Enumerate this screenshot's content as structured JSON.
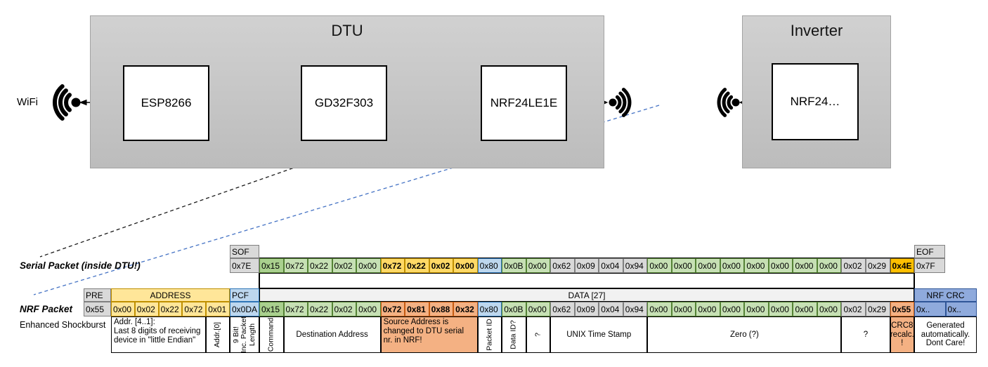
{
  "palette": {
    "gray": {
      "bg": "#D9D9D9",
      "bd": "#808080"
    },
    "light": {
      "bg": "#F1F1F1",
      "bd": "#3F3F3F"
    },
    "green": {
      "bg": "#C6E0B4",
      "bd": "#548235"
    },
    "greendark": {
      "bg": "#A9D08E",
      "bd": "#548235"
    },
    "yellow": {
      "bg": "#FFE699",
      "bd": "#BF8F00"
    },
    "gold": {
      "bg": "#FFD966",
      "bd": "#BF8F00"
    },
    "amber": {
      "bg": "#FFC000",
      "bd": "#806000"
    },
    "salmon": {
      "bg": "#F4B183",
      "bd": "#C55A11"
    },
    "blue": {
      "bg": "#BDD7EE",
      "bd": "#2E75B6"
    },
    "bluedark": {
      "bg": "#8FAADC",
      "bd": "#2F5597"
    },
    "white": {
      "bg": "#FFFFFF",
      "bd": "#000000"
    },
    "none": {
      "bg": "",
      "bd": ""
    }
  },
  "diagram": {
    "wifi_label": "WiFi",
    "dtu": {
      "title": "DTU",
      "chips": [
        "ESP8266",
        "GD32F303",
        "NRF24LE1E"
      ]
    },
    "inverter": {
      "title": "Inverter",
      "chip": "NRF24…"
    },
    "arrows": {
      "uart_tx_color": "#ED7D31",
      "uart_rx_color": "#70AD47",
      "dashed_blue": "#4472C4",
      "dashed_black": "#1A1A1A"
    }
  },
  "serial": {
    "label": "Serial Packet (inside DTU!)",
    "sof_header": "SOF",
    "sof_value": "0x7E",
    "eof_header": "EOF",
    "eof_value": "0x7F",
    "bytes": [
      {
        "v": "0x15",
        "c": "greendark"
      },
      {
        "v": "0x72",
        "c": "green"
      },
      {
        "v": "0x22",
        "c": "green"
      },
      {
        "v": "0x02",
        "c": "green"
      },
      {
        "v": "0x00",
        "c": "green"
      },
      {
        "v": "0x72",
        "c": "gold",
        "b": true
      },
      {
        "v": "0x22",
        "c": "gold",
        "b": true
      },
      {
        "v": "0x02",
        "c": "gold",
        "b": true
      },
      {
        "v": "0x00",
        "c": "gold",
        "b": true
      },
      {
        "v": "0x80",
        "c": "blue"
      },
      {
        "v": "0x0B",
        "c": "green"
      },
      {
        "v": "0x00",
        "c": "green"
      },
      {
        "v": "0x62",
        "c": "gray"
      },
      {
        "v": "0x09",
        "c": "gray"
      },
      {
        "v": "0x04",
        "c": "gray"
      },
      {
        "v": "0x94",
        "c": "gray"
      },
      {
        "v": "0x00",
        "c": "green"
      },
      {
        "v": "0x00",
        "c": "green"
      },
      {
        "v": "0x00",
        "c": "green"
      },
      {
        "v": "0x00",
        "c": "green"
      },
      {
        "v": "0x00",
        "c": "green"
      },
      {
        "v": "0x00",
        "c": "green"
      },
      {
        "v": "0x00",
        "c": "green"
      },
      {
        "v": "0x00",
        "c": "green"
      },
      {
        "v": "0x02",
        "c": "gray"
      },
      {
        "v": "0x29",
        "c": "gray"
      },
      {
        "v": "0x4E",
        "c": "amber",
        "b": true
      }
    ]
  },
  "nrf": {
    "label": "NRF Packet",
    "sublabel": "Enhanced Shockburst",
    "headers": [
      {
        "t": "PRE",
        "c": "gray",
        "span": 1,
        "left": true
      },
      {
        "t": "ADDRESS",
        "c": "yellow",
        "span": 5
      },
      {
        "t": "PCF",
        "c": "blue",
        "span": 1,
        "left": true
      },
      {
        "t": "DATA [27]",
        "c": "light",
        "span": 27
      },
      {
        "t": "NRF CRC",
        "c": "bluedark",
        "span": 2
      }
    ],
    "bytes": [
      {
        "v": "0x55",
        "c": "gray"
      },
      {
        "v": "0x00",
        "c": "yellow"
      },
      {
        "v": "0x02",
        "c": "yellow"
      },
      {
        "v": "0x22",
        "c": "yellow"
      },
      {
        "v": "0x72",
        "c": "yellow"
      },
      {
        "v": "0x01",
        "c": "yellow"
      },
      {
        "v": "0x0DA",
        "c": "blue"
      },
      {
        "v": "0x15",
        "c": "greendark"
      },
      {
        "v": "0x72",
        "c": "green"
      },
      {
        "v": "0x22",
        "c": "green"
      },
      {
        "v": "0x02",
        "c": "green"
      },
      {
        "v": "0x00",
        "c": "green"
      },
      {
        "v": "0x72",
        "c": "salmon",
        "b": true
      },
      {
        "v": "0x81",
        "c": "salmon",
        "b": true
      },
      {
        "v": "0x88",
        "c": "salmon",
        "b": true
      },
      {
        "v": "0x32",
        "c": "salmon",
        "b": true
      },
      {
        "v": "0x80",
        "c": "blue"
      },
      {
        "v": "0x0B",
        "c": "green"
      },
      {
        "v": "0x00",
        "c": "green"
      },
      {
        "v": "0x62",
        "c": "gray"
      },
      {
        "v": "0x09",
        "c": "gray"
      },
      {
        "v": "0x04",
        "c": "gray"
      },
      {
        "v": "0x94",
        "c": "gray"
      },
      {
        "v": "0x00",
        "c": "green"
      },
      {
        "v": "0x00",
        "c": "green"
      },
      {
        "v": "0x00",
        "c": "green"
      },
      {
        "v": "0x00",
        "c": "green"
      },
      {
        "v": "0x00",
        "c": "green"
      },
      {
        "v": "0x00",
        "c": "green"
      },
      {
        "v": "0x00",
        "c": "green"
      },
      {
        "v": "0x00",
        "c": "green"
      },
      {
        "v": "0x02",
        "c": "gray"
      },
      {
        "v": "0x29",
        "c": "gray"
      },
      {
        "v": "0x55",
        "c": "salmon",
        "b": true
      },
      {
        "v": "0x..",
        "c": "bluedark"
      },
      {
        "v": "0x..",
        "c": "bluedark"
      }
    ],
    "annotations": [
      {
        "t": "",
        "span": 1,
        "c": "none"
      },
      {
        "t": "Addr. [4..1]:\nLast 8 digits of receiving\ndevice in \"little Endian\"",
        "span": 4,
        "c": "white",
        "left": true
      },
      {
        "t": "Addr.[0]",
        "span": 1,
        "c": "white",
        "rot": true
      },
      {
        "t": "9 Bit!\nInc. Packet\nLength",
        "span": 1,
        "c": "white",
        "rot": true
      },
      {
        "t": "Command",
        "span": 1,
        "c": "white",
        "rot": true
      },
      {
        "t": "Destination Address",
        "span": 4,
        "c": "white"
      },
      {
        "t": "Source Address is\nchanged to DTU serial\nnr. in NRF!",
        "span": 4,
        "c": "salmon",
        "left": true
      },
      {
        "t": "Packet ID",
        "span": 1,
        "c": "white",
        "rot": true
      },
      {
        "t": "Data ID?",
        "span": 1,
        "c": "white",
        "rot": true
      },
      {
        "t": "?",
        "span": 1,
        "c": "white",
        "rot": true
      },
      {
        "t": "UNIX Time Stamp",
        "span": 4,
        "c": "white"
      },
      {
        "t": "Zero (?)",
        "span": 8,
        "c": "white"
      },
      {
        "t": "?",
        "span": 2,
        "c": "white"
      },
      {
        "t": "CRC8\nrecalc.\n!",
        "span": 1,
        "c": "salmon"
      },
      {
        "t": "Generated\nautomatically.\nDont Care!",
        "span": 2,
        "c": "white"
      }
    ]
  }
}
